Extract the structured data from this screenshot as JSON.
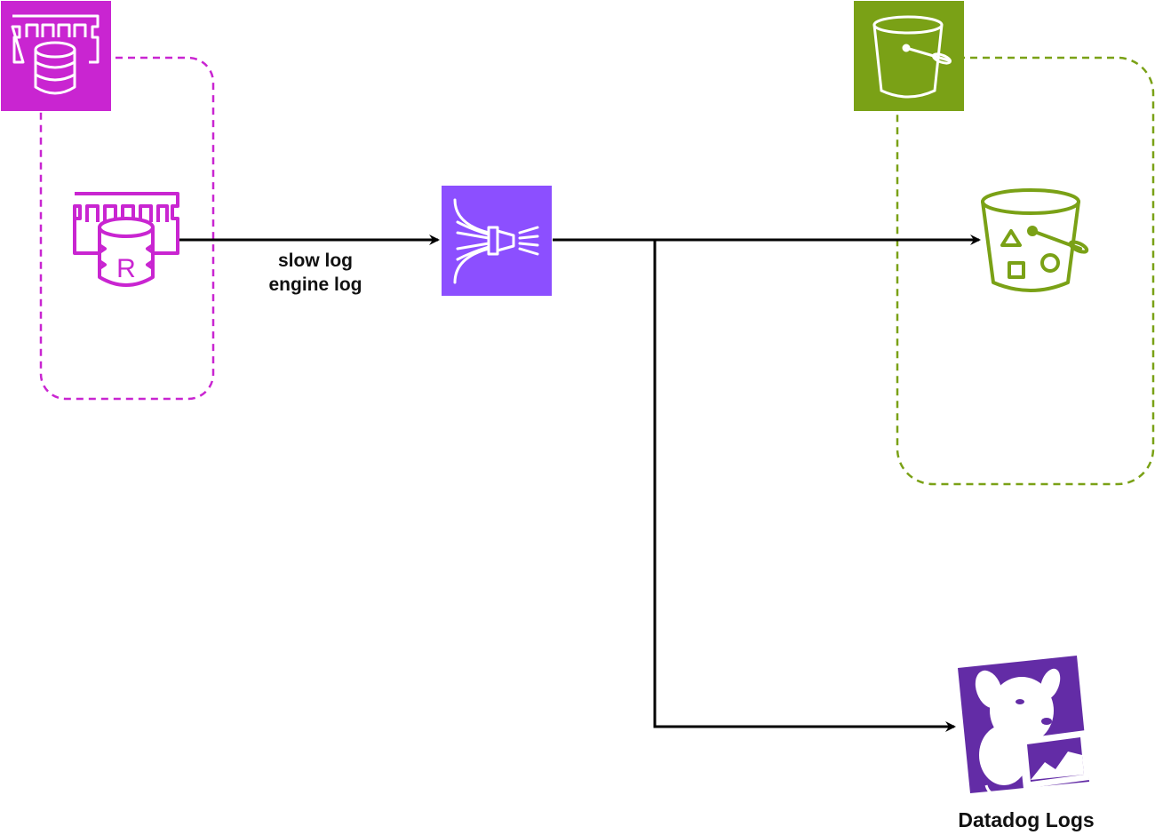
{
  "diagram": {
    "groups": [
      {
        "id": "elasticache-group",
        "service": "Amazon ElastiCache",
        "color": "#C925D1",
        "border_style": "dashed"
      },
      {
        "id": "s3-group",
        "service": "Amazon S3",
        "color": "#7AA116",
        "border_style": "dashed"
      }
    ],
    "nodes": [
      {
        "id": "elasticache-group-icon",
        "icon": "elasticache-icon",
        "color": "#C925D1"
      },
      {
        "id": "redis-node",
        "icon": "elasticache-redis-icon",
        "color": "#C925D1",
        "glyph": "R"
      },
      {
        "id": "firehose-node",
        "icon": "kinesis-data-firehose-icon",
        "color": "#8C4FFF"
      },
      {
        "id": "s3-group-icon",
        "icon": "s3-bucket-icon",
        "color": "#7AA116"
      },
      {
        "id": "s3-bucket-node",
        "icon": "s3-bucket-with-objects-icon",
        "color": "#7AA116"
      },
      {
        "id": "datadog-node",
        "icon": "datadog-icon",
        "color": "#632CA6",
        "label": "Datadog Logs"
      }
    ],
    "edges": [
      {
        "from": "redis-node",
        "to": "firehose-node",
        "label_lines": [
          "slow log",
          "engine log"
        ]
      },
      {
        "from": "firehose-node",
        "to": "s3-bucket-node"
      },
      {
        "from": "firehose-node",
        "to": "datadog-node"
      }
    ],
    "edge_label": "slow log\nengine log",
    "edge_label_line1": "slow log",
    "edge_label_line2": "engine log",
    "datadog_label": "Datadog Logs",
    "colors": {
      "elasticache": "#C925D1",
      "firehose": "#8C4FFF",
      "s3": "#7AA116",
      "datadog": "#632CA6",
      "edge": "#000000"
    }
  }
}
